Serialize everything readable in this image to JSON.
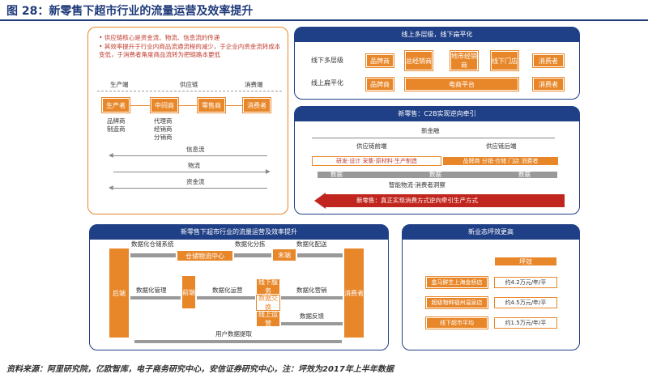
{
  "header": {
    "title": "图 28：新零售下超市行业的流量运营及效率提升"
  },
  "left_panel": {
    "note_1": "• 供应链核心是资金流、物流、信息流的传递",
    "note_2": "• 其效率提升于行业内商品流通流程的减少，于企业内资金流转成本变低，于消费者角度商品流转为把链路本更低",
    "col_production": "生产端",
    "col_supply": "供应链",
    "col_consumer": "消费端",
    "box_producer": "生产者",
    "box_middleman": "中间商",
    "box_retailer": "零售商",
    "box_consumer": "消费者",
    "sub_producer": "品牌商\n制造商",
    "sub_middleman": "代理商\n经销商\n分销商",
    "flow_info": "信息流",
    "flow_logistics": "物流",
    "flow_capital": "资金流"
  },
  "top_right": {
    "header": "线上多层级，线下扁平化",
    "row1_label": "线下多层级",
    "row2_label": "线上扁平化",
    "row1_boxes": [
      "品牌商",
      "总经销商",
      "地市经销商",
      "线下门店",
      "消费者"
    ],
    "row2_boxes": [
      "品牌商",
      "电商平台",
      "消费者"
    ]
  },
  "mid_right": {
    "header": "新零售：C2B实现逆向牵引",
    "label_new": "新金融",
    "label_front": "供应链前端",
    "label_back": "供应链后端",
    "chain_front": "研发·设计  采集·原材料·生产制造",
    "chain_back": "品牌商  分销·仓储  门店  消费者",
    "data_label": "数据",
    "smart_logistics": "智能物流·消费者洞察",
    "arrow_text": "新零售：真正实现消费方式逆向牵引生产方式"
  },
  "bottom_left": {
    "header": "新零售下超市行业的流量运营及效率提升",
    "backend": "后端",
    "frontend": "前端",
    "consumer": "消费者",
    "warehouse": "仓储物流中心",
    "endpoint": "末端",
    "offline_store": "线下服务",
    "data_exchange": "数据交换",
    "online_ops": "线上运营",
    "lbl_warehouse_sys": "数据化仓储系统",
    "lbl_sorting": "数据化分拣",
    "lbl_distribution": "数据化配送",
    "lbl_management": "数据化管理",
    "lbl_operations": "数据化运营",
    "lbl_marketing": "数据化营销",
    "lbl_feedback": "数据反馈",
    "lbl_user_data": "用户数据提取"
  },
  "bottom_right": {
    "header": "新业态坪效更高",
    "col_header": "坪效",
    "rows": [
      {
        "label": "盒马鲜生上海金桥店",
        "value": "约4.2万元/年/平"
      },
      {
        "label": "超级物种福州温泉店",
        "value": "约4.5万元/年/平"
      },
      {
        "label": "线下超市平均",
        "value": "约1.5万元/年/平"
      }
    ]
  },
  "footer": {
    "source": "资料来源：阿里研究院，亿欧智库，电子商务研究中心，安信证券研究中心，注：坪效为2017年上半年数据"
  }
}
